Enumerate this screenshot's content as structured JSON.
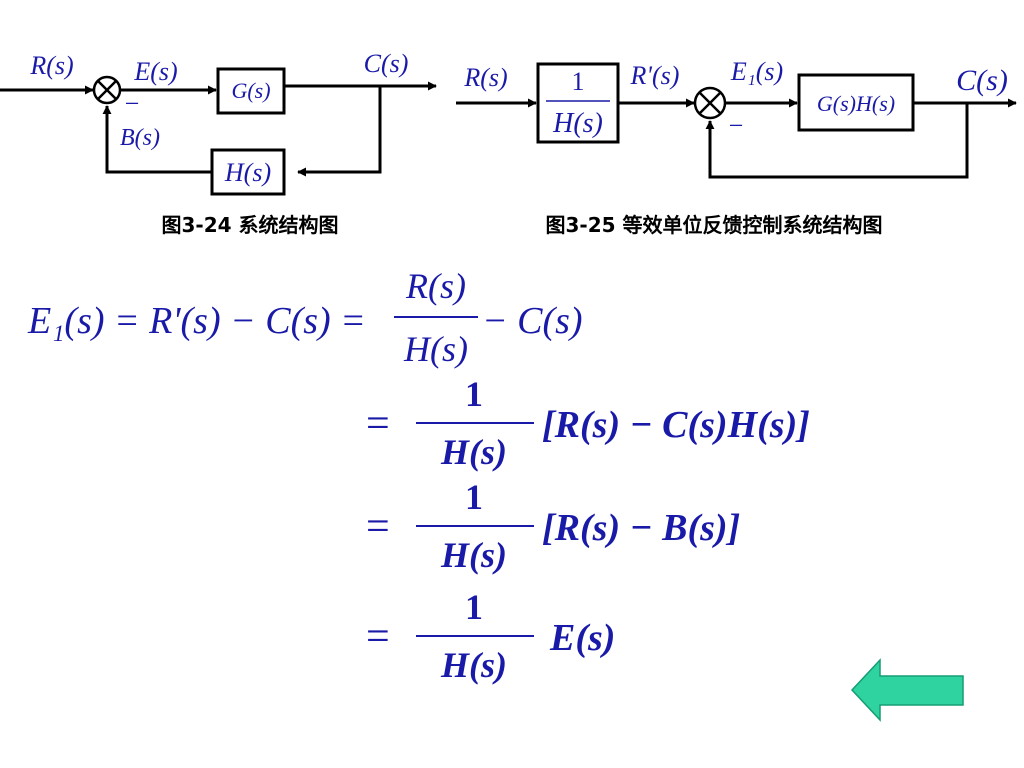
{
  "colors": {
    "ink": "#000000",
    "math": "#1a1aa8",
    "back_arrow": "#2ed3a0",
    "back_arrow_border": "#169c74"
  },
  "fig24": {
    "caption": "图3-24 系统结构图",
    "input": "R(s)",
    "error": "E(s)",
    "minus": "−",
    "feedback": "B(s)",
    "forward_block": "G(s)",
    "output": "C(s)",
    "feedback_block": "H(s)"
  },
  "fig25": {
    "caption": "图3-25 等效单位反馈控制系统结构图",
    "input": "R(s)",
    "prefilter_num": "1",
    "prefilter_den": "H(s)",
    "r_prime": "R'(s)",
    "error": "E₁(s)",
    "minus": "−",
    "forward_block": "G(s)H(s)",
    "output": "C(s)"
  },
  "equations": {
    "line1_lhs": "E₁(s) = R'(s) − C(s) =",
    "line1_frac_num": "R(s)",
    "line1_frac_den": "H(s)",
    "line1_tail": "− C(s)",
    "eq": "=",
    "frac_num": "1",
    "frac_den": "H(s)",
    "line2_body": "[R(s) − C(s)H(s)]",
    "line3_body": "[R(s) − B(s)]",
    "line4_body": "E(s)"
  },
  "nav": {
    "back_icon": "left-arrow-icon"
  }
}
